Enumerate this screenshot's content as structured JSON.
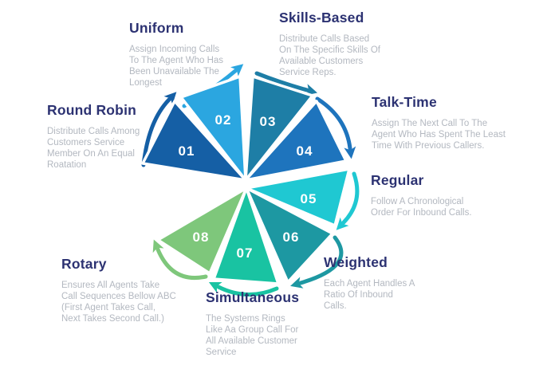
{
  "diagram": {
    "type": "pinwheel-infographic",
    "subject": "Call distribution methods",
    "colors": {
      "background": "#ffffff",
      "heading_text": "#2c3272",
      "body_text": "#b3b8c0",
      "number_text": "#ffffff"
    },
    "segments": [
      {
        "number": "01",
        "label": "Round Robin",
        "color": "#155fa5",
        "desc_lines": [
          "Distribute Calls Among",
          "Customers Service",
          "Member On An Equal",
          "Roatation"
        ]
      },
      {
        "number": "02",
        "label": "Uniform",
        "color": "#2ba6e0",
        "desc_lines": [
          "Assign Incoming Calls",
          "To The Agent Who Has",
          "Been Unavailable The",
          "Longest"
        ]
      },
      {
        "number": "03",
        "label": "Skills-Based",
        "color": "#1e7ea6",
        "desc_lines": [
          "Distribute Calls Based",
          "On The Specific Skills Of",
          "Available Customers",
          "Service Reps."
        ]
      },
      {
        "number": "04",
        "label": "Talk-Time",
        "color": "#1e74bd",
        "desc_lines": [
          "Assign The Next Call To The",
          "Agent Who Has Spent The Least",
          "Time With Previous Callers."
        ]
      },
      {
        "number": "05",
        "label": "Regular",
        "color": "#1fc8d2",
        "desc_lines": [
          "Follow A Chronological",
          "Order For Inbound Calls."
        ]
      },
      {
        "number": "06",
        "label": "Weighted",
        "color": "#1d98a2",
        "desc_lines": [
          "Each Agent Handles A",
          "Ratio Of Inbound",
          "Calls."
        ]
      },
      {
        "number": "07",
        "label": "Simultaneous",
        "color": "#19c3a2",
        "desc_lines": [
          "The Systems Rings",
          "Like Aa Group Call For",
          "All Available Customer",
          "Service"
        ]
      },
      {
        "number": "08",
        "label": "Rotary",
        "color": "#7ec77b",
        "desc_lines": [
          "Ensures All Agents Take",
          "Call Sequences Bellow ABC",
          "(First Agent Takes Call,",
          "Next Takes Second Call.)"
        ]
      }
    ]
  }
}
